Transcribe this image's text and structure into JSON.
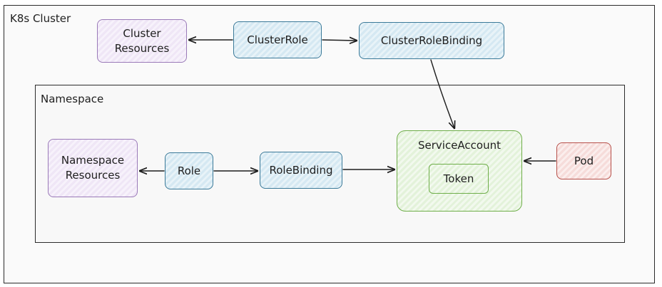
{
  "cluster": {
    "title": "K8s Cluster"
  },
  "namespace": {
    "title": "Namespace"
  },
  "nodes": {
    "cluster_resources": "Cluster\nResources",
    "cluster_role": "ClusterRole",
    "cluster_role_binding": "ClusterRoleBinding",
    "namespace_resources": "Namespace\nResources",
    "role": "Role",
    "role_binding": "RoleBinding",
    "service_account": "ServiceAccount",
    "token": "Token",
    "pod": "Pod"
  },
  "colors": {
    "resource": "#9a7ab8",
    "rbac": "#3b7a99",
    "identity": "#6fae4a",
    "workload": "#b7504a",
    "line": "#1e1e1e"
  }
}
